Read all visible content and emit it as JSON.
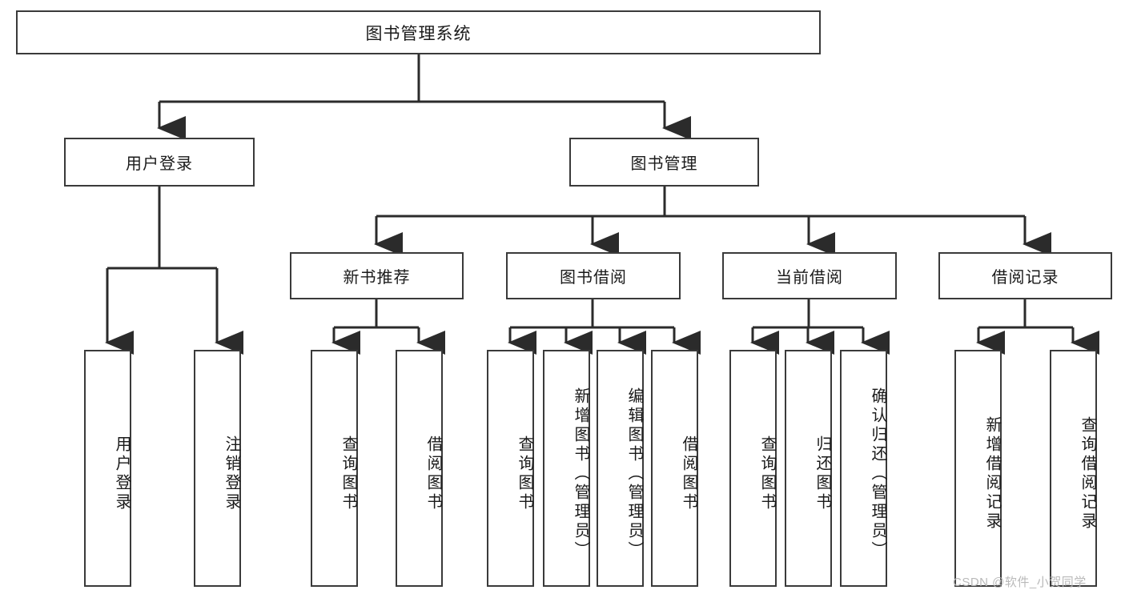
{
  "diagram": {
    "type": "tree-hierarchy",
    "title": "图书管理系统",
    "watermark": "CSDN @软件_小贺同学",
    "colors": {
      "border": "#3a3a3a",
      "text": "#1a1a1a",
      "background": "#ffffff",
      "watermark": "#b9b9b9"
    },
    "levels": [
      {
        "level": 1,
        "nodes": [
          {
            "id": "root",
            "label": "图书管理系统"
          }
        ]
      },
      {
        "level": 2,
        "nodes": [
          {
            "id": "login",
            "label": "用户登录",
            "parent": "root"
          },
          {
            "id": "bookmgmt",
            "label": "图书管理",
            "parent": "root"
          }
        ]
      },
      {
        "level": 3,
        "nodes": [
          {
            "id": "newbook",
            "label": "新书推荐",
            "parent": "bookmgmt"
          },
          {
            "id": "borrow",
            "label": "图书借阅",
            "parent": "bookmgmt"
          },
          {
            "id": "current",
            "label": "当前借阅",
            "parent": "bookmgmt"
          },
          {
            "id": "record",
            "label": "借阅记录",
            "parent": "bookmgmt"
          }
        ]
      },
      {
        "level": 4,
        "nodes": [
          {
            "id": "l1",
            "label": "用户登录",
            "parent": "login"
          },
          {
            "id": "l2",
            "label": "注销登录",
            "parent": "login"
          },
          {
            "id": "l3",
            "label": "查询图书",
            "parent": "newbook"
          },
          {
            "id": "l4",
            "label": "借阅图书",
            "parent": "newbook"
          },
          {
            "id": "l5",
            "label": "查询图书",
            "parent": "borrow"
          },
          {
            "id": "l6",
            "label": "新增图书（管理员）",
            "parent": "borrow"
          },
          {
            "id": "l7",
            "label": "编辑图书（管理员）",
            "parent": "borrow"
          },
          {
            "id": "l8",
            "label": "借阅图书",
            "parent": "borrow"
          },
          {
            "id": "l9",
            "label": "查询图书",
            "parent": "current"
          },
          {
            "id": "l10",
            "label": "归还图书",
            "parent": "current"
          },
          {
            "id": "l11",
            "label": "确认归还（管理员）",
            "parent": "current"
          },
          {
            "id": "l12",
            "label": "新增借阅记录",
            "parent": "record"
          },
          {
            "id": "l13",
            "label": "查询借阅记录",
            "parent": "record"
          }
        ]
      }
    ]
  }
}
